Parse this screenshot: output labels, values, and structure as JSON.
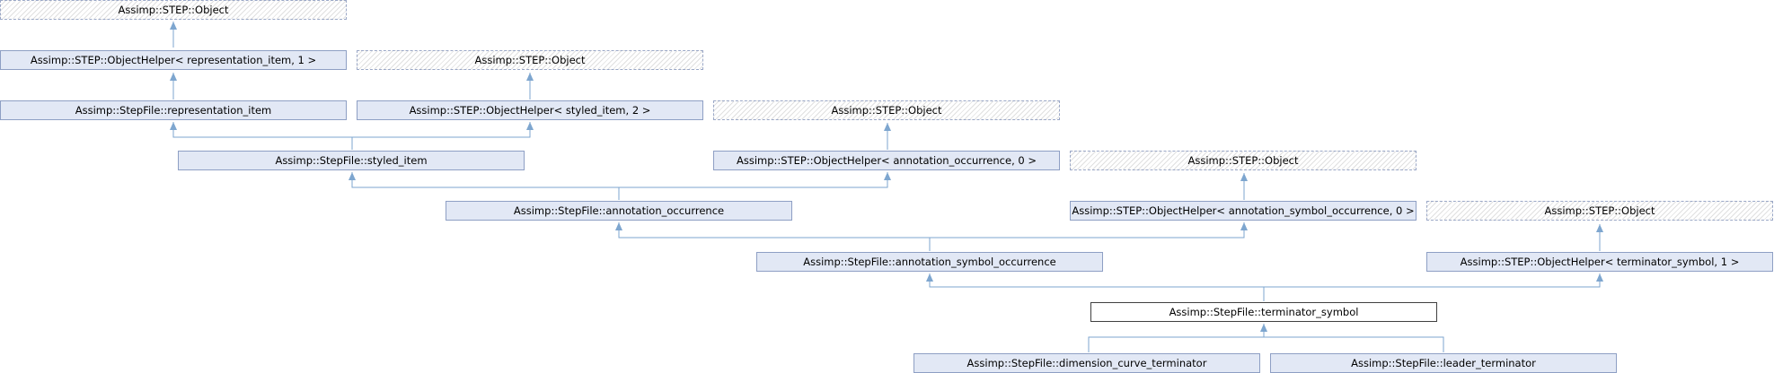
{
  "diagram": {
    "nodes": {
      "obj_a": "Assimp::STEP::Object",
      "helper_rep": "Assimp::STEP::ObjectHelper< representation_item, 1 >",
      "obj_b": "Assimp::STEP::Object",
      "rep_item": "Assimp::StepFile::representation_item",
      "helper_styled": "Assimp::STEP::ObjectHelper< styled_item, 2 >",
      "obj_c": "Assimp::STEP::Object",
      "styled_item": "Assimp::StepFile::styled_item",
      "helper_ann_occ": "Assimp::STEP::ObjectHelper< annotation_occurrence, 0 >",
      "obj_d": "Assimp::STEP::Object",
      "ann_occ": "Assimp::StepFile::annotation_occurrence",
      "helper_ann_sym": "Assimp::STEP::ObjectHelper< annotation_symbol_occurrence, 0 >",
      "obj_e": "Assimp::STEP::Object",
      "ann_sym_occ": "Assimp::StepFile::annotation_symbol_occurrence",
      "helper_term": "Assimp::STEP::ObjectHelper< terminator_symbol, 1 >",
      "terminator_symbol": "Assimp::StepFile::terminator_symbol",
      "dim_curve_term": "Assimp::StepFile::dimension_curve_terminator",
      "leader_term": "Assimp::StepFile::leader_terminator"
    },
    "colors": {
      "edge": "#7ea6cf",
      "node_fill": "#e2e8f5",
      "node_border": "#8e9fc4",
      "current_border": "#404040"
    }
  }
}
